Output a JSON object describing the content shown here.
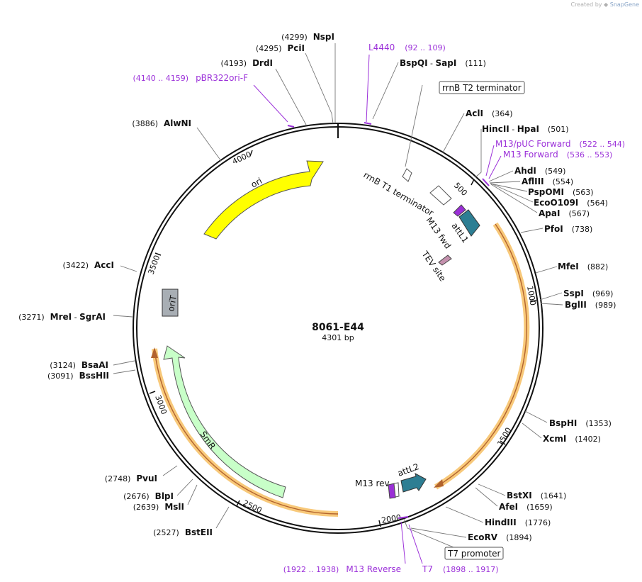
{
  "credit": {
    "prefix": "Created by",
    "brand": "SnapGene"
  },
  "plasmid": {
    "name": "8061-E44",
    "size": "4301 bp"
  },
  "ticks": [
    "500",
    "1000",
    "1500",
    "2000",
    "2500",
    "3000",
    "3500",
    "4000"
  ],
  "sites": [
    {
      "name": "NspI",
      "pos": "(4299)"
    },
    {
      "name": "PciI",
      "pos": "(4295)"
    },
    {
      "name": "DrdI",
      "pos": "(4193)"
    },
    {
      "name": "AlwNI",
      "pos": "(3886)"
    },
    {
      "name": "AccI",
      "pos": "(3422)"
    },
    {
      "name": "MreI",
      "sep": " - ",
      "name2": "SgrAI",
      "pos": "(3271)"
    },
    {
      "name": "BsaAI",
      "pos": "(3124)"
    },
    {
      "name": "BssHII",
      "pos": "(3091)"
    },
    {
      "name": "PvuI",
      "pos": "(2748)"
    },
    {
      "name": "BlpI",
      "pos": "(2676)"
    },
    {
      "name": "MslI",
      "pos": "(2639)"
    },
    {
      "name": "BstEII",
      "pos": "(2527)"
    },
    {
      "name": "BspQI",
      "sep": " - ",
      "name2": "SapI",
      "pos": "(111)"
    },
    {
      "name": "AclI",
      "pos": "(364)"
    },
    {
      "name": "HincII",
      "sep": " - ",
      "name2": "HpaI",
      "pos": "(501)"
    },
    {
      "name": "AhdI",
      "pos": "(549)"
    },
    {
      "name": "AflIII",
      "pos": "(554)"
    },
    {
      "name": "PspOMI",
      "pos": "(563)"
    },
    {
      "name": "EcoO109I",
      "pos": "(564)"
    },
    {
      "name": "ApaI",
      "pos": "(567)"
    },
    {
      "name": "PfoI",
      "pos": "(738)"
    },
    {
      "name": "MfeI",
      "pos": "(882)"
    },
    {
      "name": "SspI",
      "pos": "(969)"
    },
    {
      "name": "BglII",
      "pos": "(989)"
    },
    {
      "name": "BspHI",
      "pos": "(1353)"
    },
    {
      "name": "XcmI",
      "pos": "(1402)"
    },
    {
      "name": "BstXI",
      "pos": "(1641)"
    },
    {
      "name": "AfeI",
      "pos": "(1659)"
    },
    {
      "name": "HindIII",
      "pos": "(1776)"
    },
    {
      "name": "EcoRV",
      "pos": "(1894)"
    }
  ],
  "primers": [
    {
      "name": "L4440",
      "range": "(92 .. 109)"
    },
    {
      "name": "pBR322ori-F",
      "range": "(4140 .. 4159)"
    },
    {
      "name": "M13/pUC Forward",
      "range": "(522 .. 544)"
    },
    {
      "name": "M13 Forward",
      "range": "(536 .. 553)"
    },
    {
      "name": "M13 Reverse",
      "range": "(1922 .. 1938)"
    },
    {
      "name": "T7",
      "range": "(1898 .. 1917)"
    }
  ],
  "boxed_features": {
    "rrnB_T2": "rrnB T2 terminator",
    "T7_promoter": "T7 promoter"
  },
  "features": {
    "ori": "ori",
    "oriT": "oriT",
    "SmR": "SmR",
    "rrnB_T1": "rrnB T1 terminator",
    "attL1": "attL1",
    "M13_fwd": "M13 fwd",
    "TEV": "TEV site",
    "M13_rev": "M13 rev",
    "attL2": "attL2"
  },
  "colors": {
    "ori": "#ffff00",
    "SmR": "#c8ffc8",
    "oriT": "#a8aeb4",
    "att": "#2d7e93",
    "primer": "#9b30d9",
    "M13_feature": "#9a2fd6",
    "TEV": "#c490ad",
    "orf_highlight": "#f8c97a",
    "orf_arrow": "#b2632e"
  }
}
